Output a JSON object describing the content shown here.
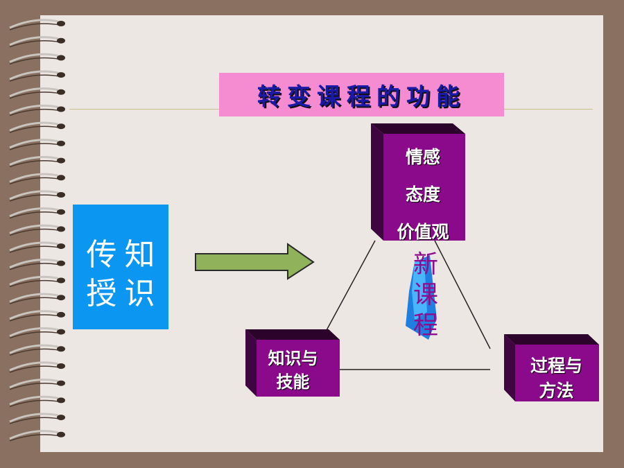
{
  "title": "转变课程的功能",
  "left_box": {
    "chars": [
      "传",
      "知",
      "授",
      "识"
    ]
  },
  "cubes": {
    "top": {
      "lines": [
        "情感",
        "态度",
        "价值观"
      ]
    },
    "bottom_left": {
      "lines": [
        "知识与",
        "技能"
      ]
    },
    "bottom_right": {
      "lines": [
        "过程与",
        "方法"
      ]
    }
  },
  "center_text": [
    "新",
    "课",
    "程"
  ],
  "colors": {
    "background": "#ede7e4",
    "frame": "#8a7060",
    "title_bg": "#f58bd0",
    "title_text": "#1a1aa6",
    "left_box": "#0b96f2",
    "cube_face": "#8b0a8b",
    "cube_side": "#3f0540",
    "arrow": "#8fb25b",
    "center_text": "#8e0d8e"
  }
}
